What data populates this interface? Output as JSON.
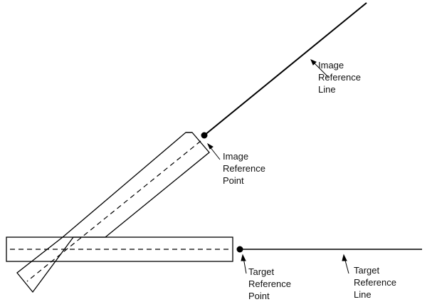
{
  "labels": {
    "image_reference_line": [
      "Image",
      "Reference",
      "Line"
    ],
    "image_reference_point": [
      "Image",
      "Reference",
      "Point"
    ],
    "target_reference_point": [
      "Target",
      "Reference",
      "Point"
    ],
    "target_reference_line": [
      "Target",
      "Reference",
      "Line"
    ]
  },
  "colors": {
    "ink": "#000000",
    "fill": "#ffffff"
  }
}
